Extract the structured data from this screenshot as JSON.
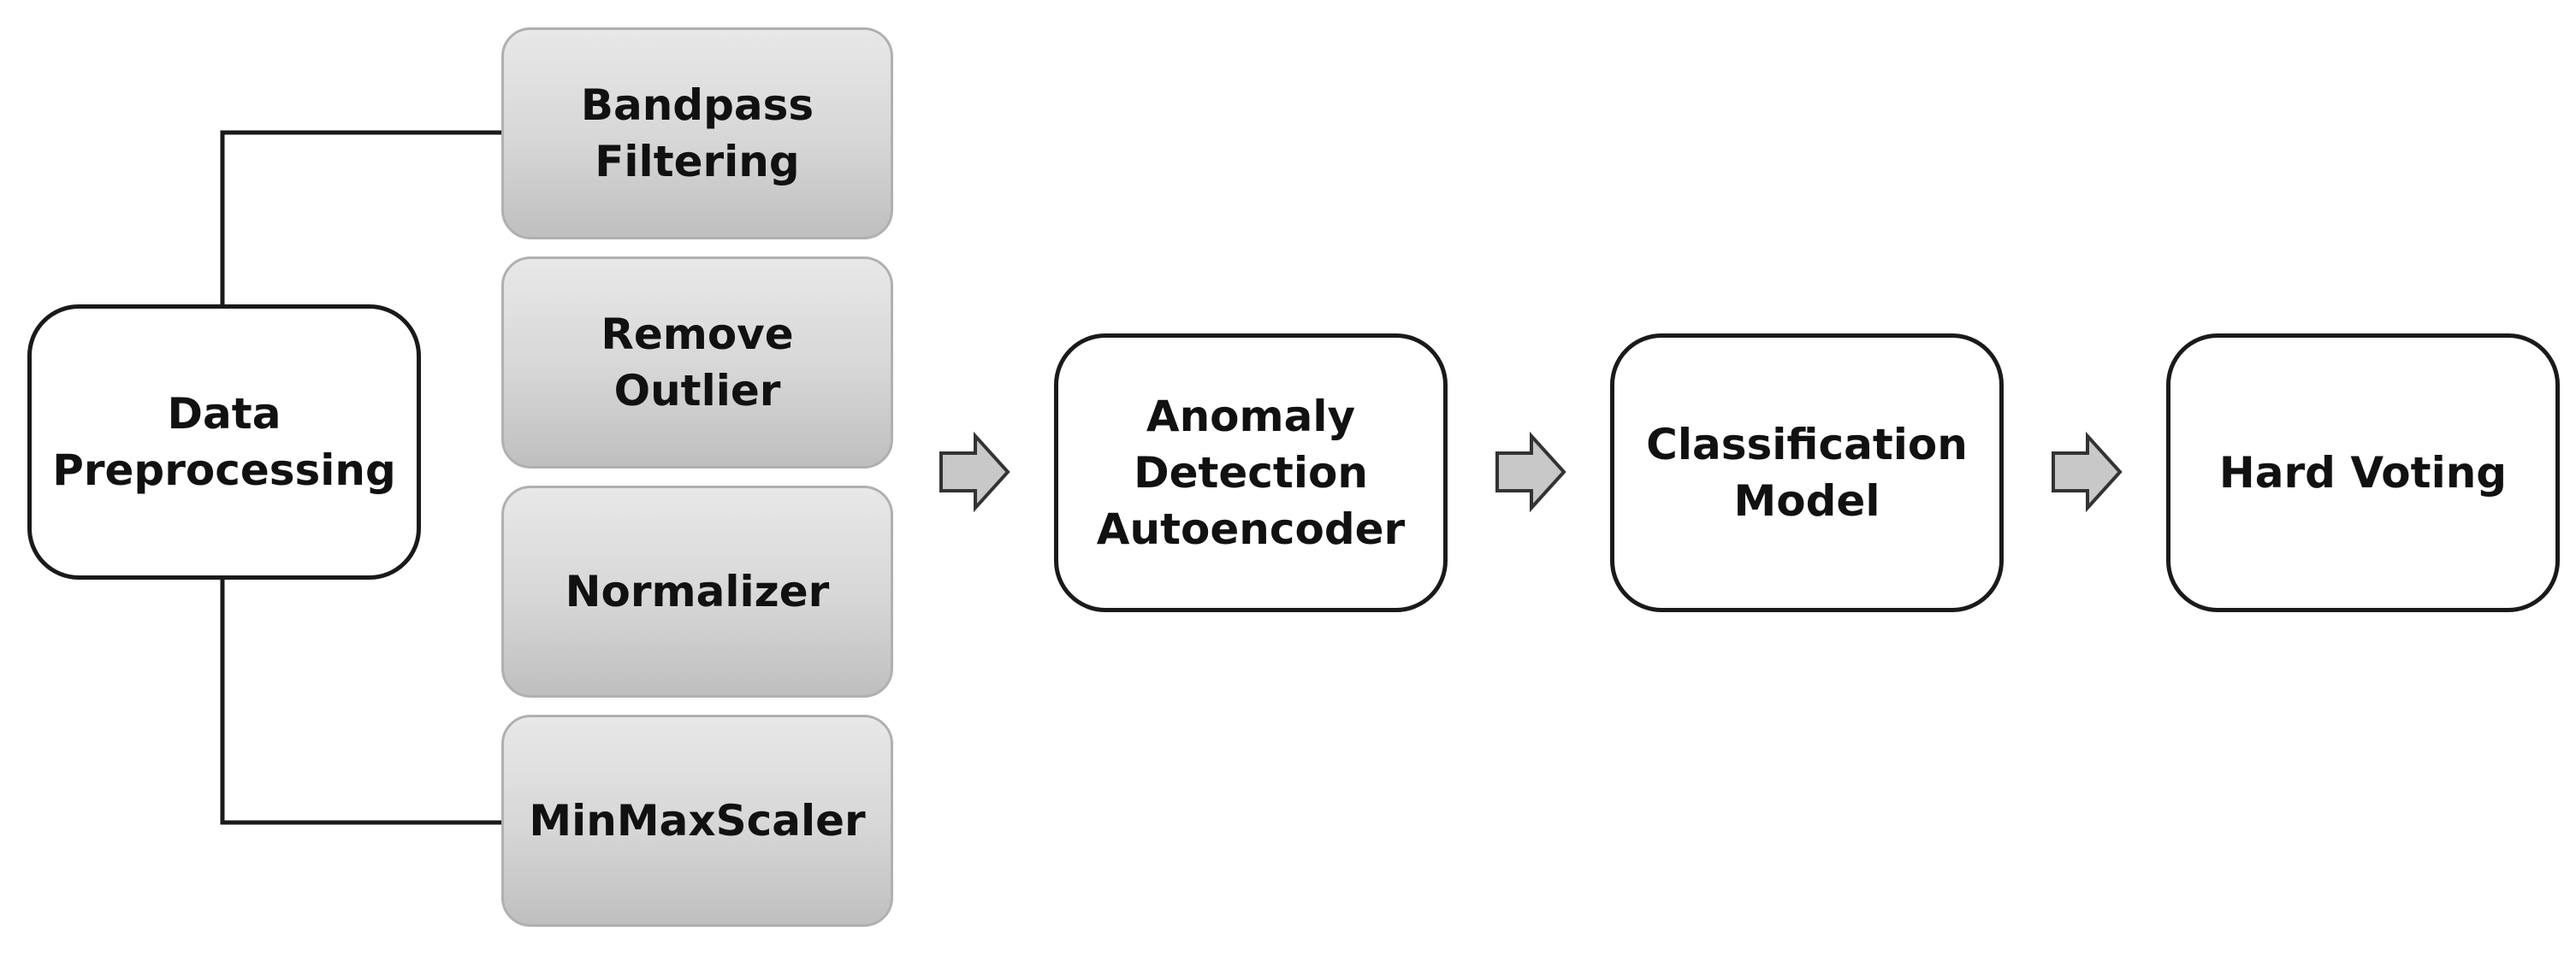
{
  "nodes": {
    "data_preprocessing": "Data\nPreprocessing",
    "bandpass_filtering": "Bandpass\nFiltering",
    "remove_outlier": "Remove\nOutlier",
    "normalizer": "Normalizer",
    "minmaxscaler": "MinMaxScaler",
    "anomaly_detection": "Anomaly\nDetection\nAutoencoder",
    "classification_model": "Classification\nModel",
    "hard_voting": "Hard Voting"
  },
  "colors": {
    "box_border": "#1a1a1a",
    "step_fill": "#d6d6d6",
    "arrow_fill": "#c8c8c8",
    "arrow_stroke": "#333333"
  }
}
